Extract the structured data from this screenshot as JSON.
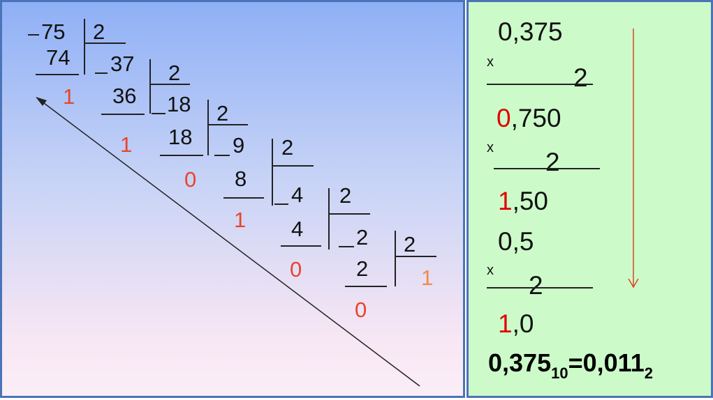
{
  "division": {
    "n0": "75",
    "d0": "2",
    "s0": "74",
    "r0": "1",
    "n1": "37",
    "d1": "2",
    "s1": "36",
    "r1": "1",
    "n2": "18",
    "d2": "2",
    "s2": "18",
    "r2": "0",
    "n3": "9",
    "d3": "2",
    "s3": "8",
    "r3": "1",
    "n4": "4",
    "d4": "2",
    "s4": "4",
    "r4": "0",
    "n5": "2",
    "d5": "2",
    "s5": "2",
    "r5": "0",
    "q_last": "1"
  },
  "fraction": {
    "start": "0,375",
    "times1": "x",
    "mult1": "2",
    "res1_int": "0",
    "res1_frac": ",750",
    "times2": "x",
    "mult2": "2",
    "res2_int": "1",
    "res2_frac": ",50",
    "carry": "0,5",
    "times3": "x",
    "mult3": "2",
    "res3_int": "1",
    "res3_frac": ",0",
    "result_left": "0,375",
    "result_left_base": "10",
    "result_eq": "=",
    "result_right": "0,011",
    "result_right_base": "2"
  },
  "colors": {
    "remainder": "#e8452c",
    "last_quotient": "#f08a4a",
    "digit_highlight": "#e00000",
    "arrow": "#d9452c",
    "frame": "#4a74b8"
  }
}
